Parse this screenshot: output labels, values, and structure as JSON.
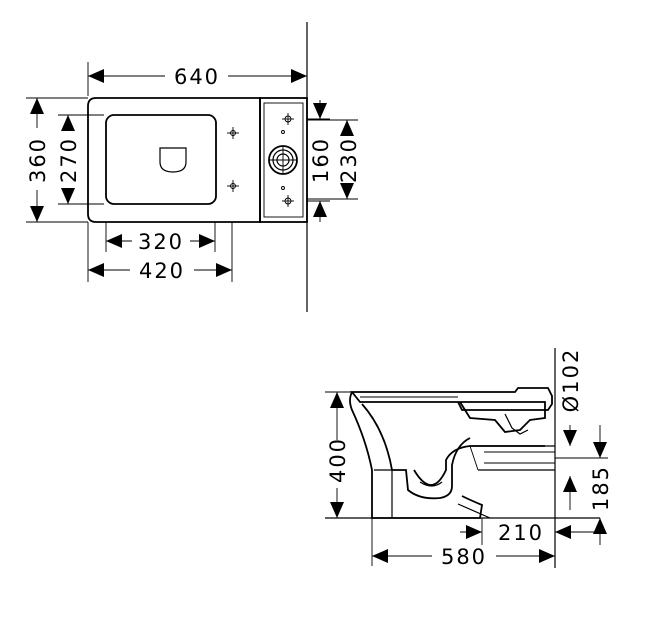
{
  "top_view": {
    "dims": {
      "overall_length": "640",
      "overall_width": "360",
      "bowl_width": "270",
      "seat_fixing_spacing": "320",
      "pan_length": "420",
      "cistern_fixing_spacing": "160",
      "cistern_depth": "230"
    }
  },
  "side_view": {
    "dims": {
      "height": "400",
      "outlet_diameter": "Ø102",
      "outlet_height": "185",
      "outlet_projection": "210",
      "total_depth": "580"
    }
  }
}
